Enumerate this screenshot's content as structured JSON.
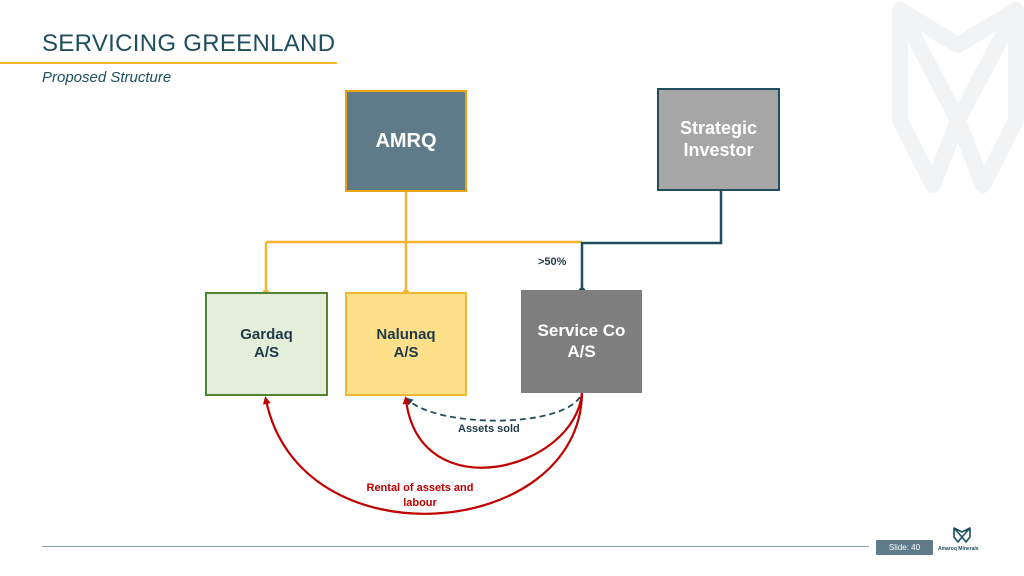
{
  "header": {
    "title": "SERVICING GREENLAND",
    "subtitle": "Proposed Structure"
  },
  "nodes": {
    "amrq": "AMRQ",
    "strategic_investor": "Strategic\nInvestor",
    "gardaq": "Gardaq\nA/S",
    "nalunaq": "Nalunaq\nA/S",
    "service_co": "Service Co\nA/S"
  },
  "labels": {
    "ownership": ">50%",
    "assets_sold": "Assets sold",
    "rental": "Rental of assets and\nlabour"
  },
  "footer": {
    "slide": "Slide: 40",
    "logo_text": "Amaroq Minerals"
  },
  "colors": {
    "title": "#1f4e5f",
    "accent_gold": "#f2b632",
    "ownership_blue": "#1f4e5f",
    "flow_red": "#c00000"
  }
}
